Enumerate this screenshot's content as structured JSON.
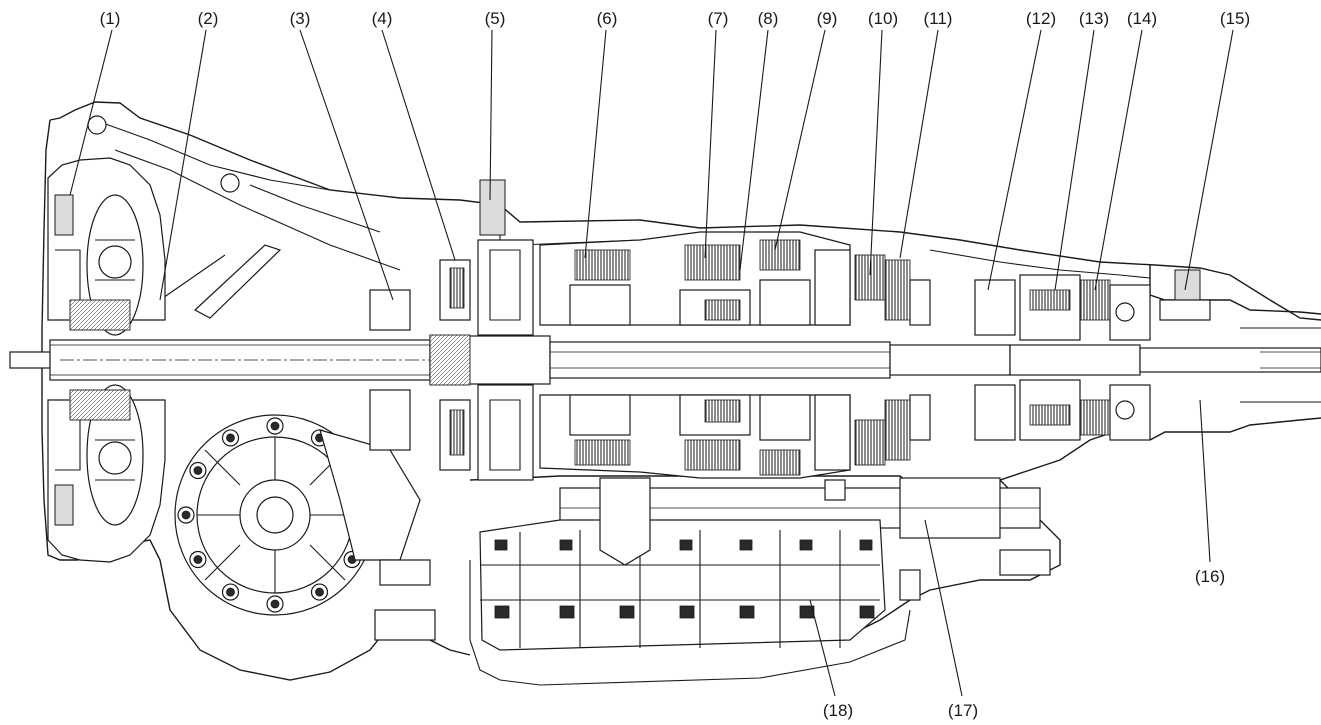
{
  "diagram": {
    "labels": [
      "(1)",
      "(2)",
      "(3)",
      "(4)",
      "(5)",
      "(6)",
      "(7)",
      "(8)",
      "(9)",
      "(10)",
      "(11)",
      "(12)",
      "(13)",
      "(14)",
      "(15)",
      "(16)",
      "(17)",
      "(18)"
    ]
  },
  "colors": {
    "ink": "#1a1a1a",
    "paper": "#ffffff",
    "shade": "#dcdcdc"
  }
}
